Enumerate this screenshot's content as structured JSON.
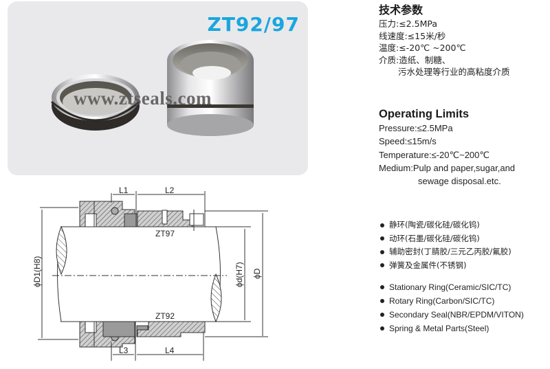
{
  "product": {
    "model": "ZT92/97",
    "watermark": "www.ztseals.com",
    "colors": {
      "model_title": "#1aa6df",
      "panel_bg": "#e9e9eb",
      "watermark": "#5b5b5b"
    }
  },
  "technical_params_cn": {
    "title": "技术参数",
    "lines": [
      "压力:≤2.5MPa",
      "线速度:≤15米/秒",
      "温度:≤-20℃ ~200℃",
      "介质:造纸、制糖、",
      "污水处理等行业的高粘度介质"
    ]
  },
  "operating_limits_en": {
    "title": "Operating Limits",
    "lines": [
      "Pressure:≤2.5MPa",
      "Speed:≤15m/s",
      "Temperature:≤-20℃~200℃",
      "Medium:Pulp and paper,sugar,and",
      "sewage disposal.etc."
    ]
  },
  "materials_cn": [
    "静环(陶瓷/碳化硅/碳化钨)",
    "动环(石墨/碳化硅/碳化钨)",
    "辅助密封(丁腈胶/三元乙丙胶/氟胶)",
    "弹簧及金属件(不锈钢)"
  ],
  "materials_en": [
    "Stationary Ring(Ceramic/SIC/TC)",
    "Rotary Ring(Carbon/SIC/TC)",
    "Secondary Seal(NBR/EPDM/VITON)",
    "Spring & Metal Parts(Steel)"
  ],
  "diagram": {
    "labels": {
      "L1": "L1",
      "L2": "L2",
      "L3": "L3",
      "L4": "L4",
      "top_variant": "ZT97",
      "bottom_variant": "ZT92",
      "D1": "ϕD1(H8)",
      "d": "ϕd(H7)",
      "D": "ϕD"
    }
  }
}
